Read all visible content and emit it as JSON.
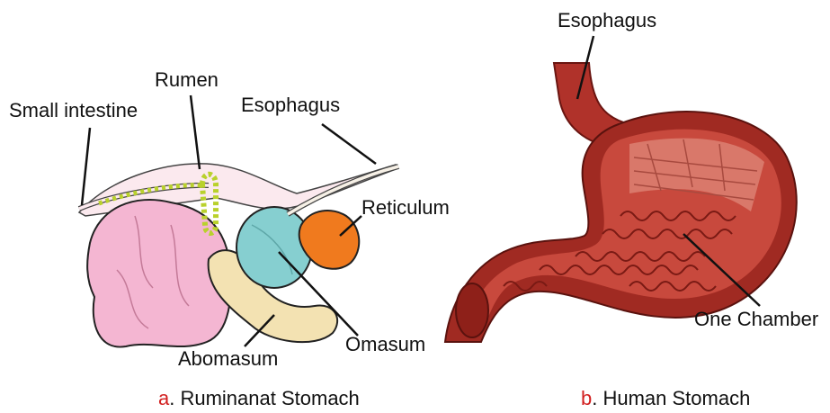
{
  "ruminant": {
    "labels": {
      "small_intestine": "Small intestine",
      "rumen": "Rumen",
      "esophagus": "Esophagus",
      "reticulum": "Reticulum",
      "abomasum": "Abomasum",
      "omasum": "Omasum"
    },
    "caption_letter": "a",
    "caption_text": ". Ruminanat Stomach"
  },
  "human": {
    "labels": {
      "esophagus": "Esophagus",
      "one_chamber": "One Chamber"
    },
    "caption_letter": "b",
    "caption_text": ". Human Stomach"
  },
  "colors": {
    "caption_letter": "#d22020",
    "rumen": "#f4b6d2",
    "omasum": "#86cfd0",
    "reticulum": "#f07a1e",
    "abomasum": "#f3e2b2",
    "intestine": "#b9d12c",
    "stomach_wall": "#a02a22",
    "stomach_inner": "#c8493d"
  }
}
